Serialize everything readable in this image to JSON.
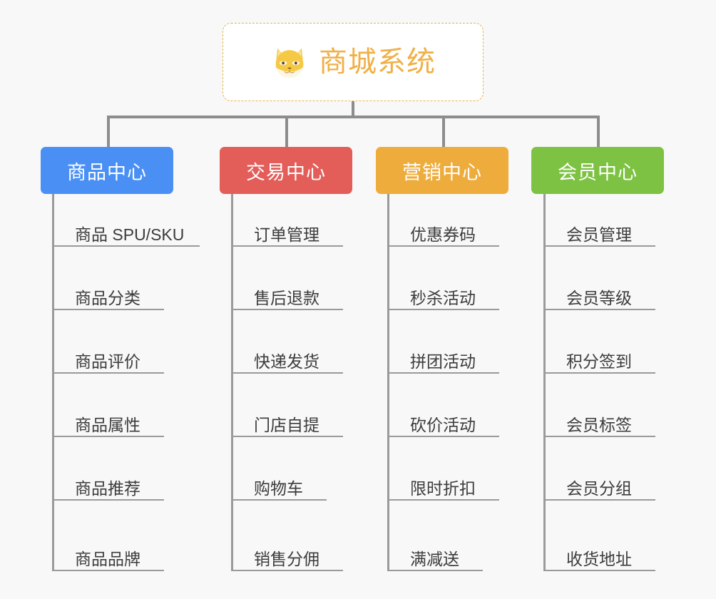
{
  "canvas": {
    "background": "#f8f8f8",
    "connector_color": "#8d8d8d",
    "leaf_line_color": "#9a9a9a",
    "leaf_text_color": "#3c3c3c"
  },
  "root": {
    "title": "商城系统",
    "icon": "shiba-dog-face-icon",
    "border_color": "#e8b34a",
    "text_color": "#f0b046",
    "background": "#ffffff"
  },
  "branches": [
    {
      "label": "商品中心",
      "color": "#4a90f4",
      "leaves": [
        "商品 SPU/SKU",
        "商品分类",
        "商品评价",
        "商品属性",
        "商品推荐",
        "商品品牌"
      ]
    },
    {
      "label": "交易中心",
      "color": "#e35d59",
      "leaves": [
        "订单管理",
        "售后退款",
        "快递发货",
        "门店自提",
        "购物车",
        "销售分佣"
      ]
    },
    {
      "label": "营销中心",
      "color": "#eeac3c",
      "leaves": [
        "优惠券码",
        "秒杀活动",
        "拼团活动",
        "砍价活动",
        "限时折扣",
        "满减送"
      ]
    },
    {
      "label": "会员中心",
      "color": "#7dc242",
      "leaves": [
        "会员管理",
        "会员等级",
        "积分签到",
        "会员标签",
        "会员分组",
        "收货地址"
      ]
    }
  ]
}
